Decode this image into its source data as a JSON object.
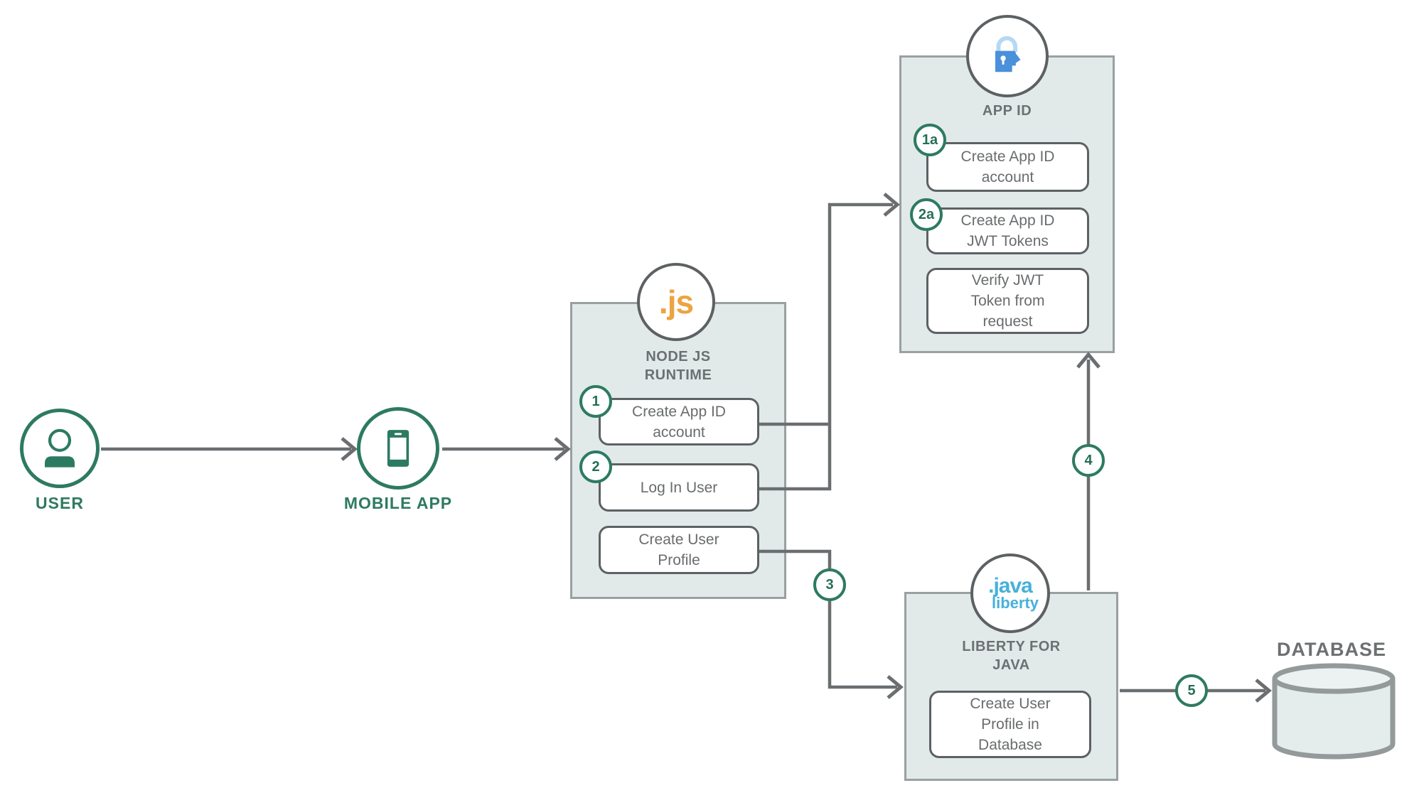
{
  "diagram": {
    "user": {
      "label": "USER"
    },
    "mobile_app": {
      "label": "MOBILE APP"
    },
    "nodejs": {
      "logo": ".js",
      "label": "NODE JS RUNTIME",
      "steps": [
        {
          "badge": "1",
          "text": "Create App ID account"
        },
        {
          "badge": "2",
          "text": "Log In User"
        },
        {
          "badge": "",
          "text": "Create User Profile"
        }
      ]
    },
    "app_id": {
      "label": "APP ID",
      "steps": [
        {
          "badge": "1a",
          "text": "Create App ID account"
        },
        {
          "badge": "2a",
          "text": "Create App ID JWT Tokens"
        },
        {
          "badge": "",
          "text": "Verify JWT Token from request"
        }
      ]
    },
    "liberty": {
      "logo_line1": ".java",
      "logo_line2": "liberty",
      "label": "LIBERTY FOR JAVA",
      "steps": [
        {
          "badge": "",
          "text": "Create User Profile in Database"
        }
      ]
    },
    "database": {
      "label": "DATABASE"
    },
    "flow_badges": {
      "step3": "3",
      "step4": "4",
      "step5": "5"
    },
    "colors": {
      "green": "#2d7a62",
      "line_gray": "#6b6e70",
      "panel_fill": "#e1eae9",
      "panel_border": "#9aa0a0",
      "box_border": "#5d6163",
      "text_gray": "#696c6e",
      "nodejs_orange": "#eda33f",
      "appid_blue": "#4a90da",
      "appid_light_blue": "#b5d8f3",
      "liberty_cyan": "#46b1d9",
      "db_fill": "#e4edeb",
      "db_border": "#94999a"
    }
  }
}
